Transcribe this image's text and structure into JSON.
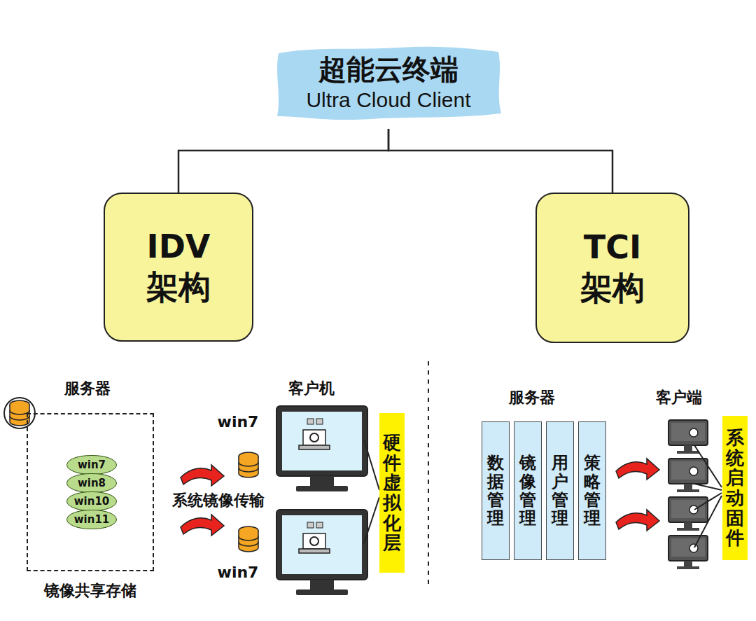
{
  "diagram": {
    "nodes": [
      {
        "text": [
          "超能云终端",
          "Ultra Cloud Client"
        ]
      },
      {
        "text": [
          "IDV 架构"
        ]
      },
      {
        "text": [
          "TCI 架构"
        ]
      },
      {
        "text": [
          "镜像共享存储"
        ]
      },
      {
        "text": [
          "win7"
        ],
        "in": 3
      },
      {
        "text": [
          "win8"
        ],
        "in": 3
      },
      {
        "text": [
          "win10"
        ],
        "in": 3
      },
      {
        "text": [
          "win11"
        ],
        "in": 3
      },
      {
        "text": [
          "硬件虚拟化层"
        ]
      },
      {
        "text": [
          "数据管理"
        ]
      },
      {
        "text": [
          "镜像管理"
        ]
      },
      {
        "text": [
          "用户管理"
        ]
      },
      {
        "text": [
          "策略管理"
        ]
      },
      {
        "text": [
          "系统启动固件"
        ]
      }
    ],
    "edges": [
      {
        "from": 0,
        "to": 1,
        "arrow": "none"
      },
      {
        "from": 0,
        "to": 2,
        "arrow": "none"
      }
    ],
    "labels": [
      "服务器",
      "客户机",
      "win7",
      "系统镜像传输",
      "win7",
      "服务器",
      "客户端"
    ]
  }
}
